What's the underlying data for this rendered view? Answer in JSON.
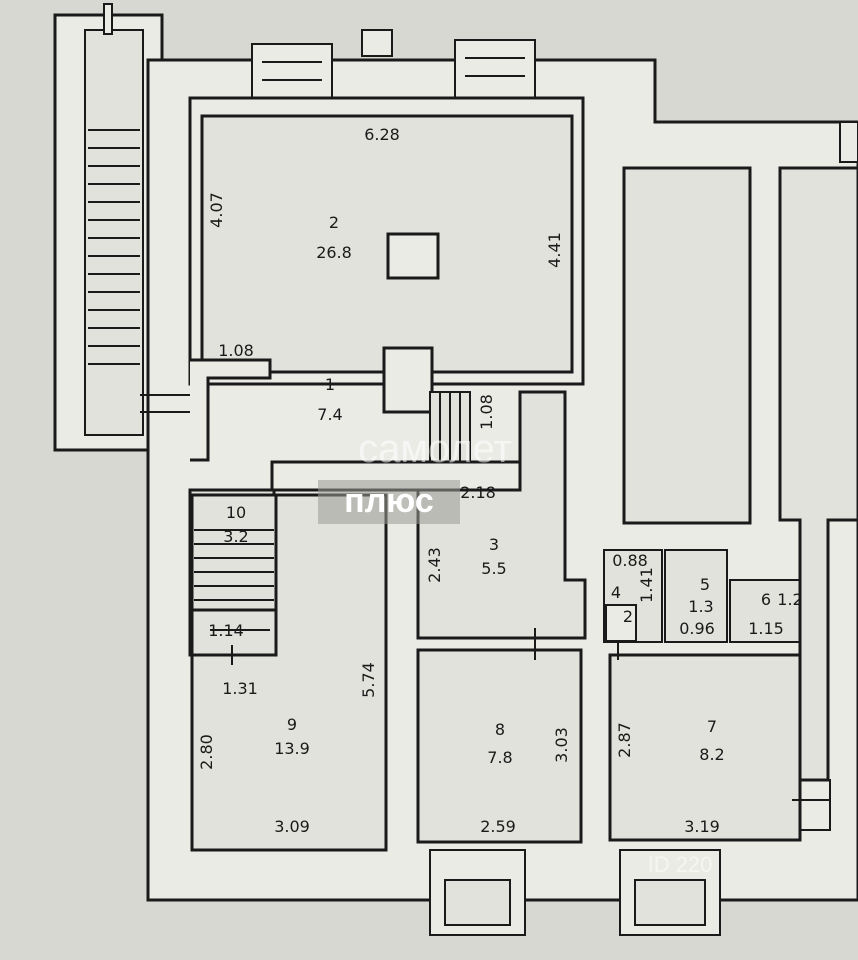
{
  "colors": {
    "background": "#d8d8d2",
    "wall_fill": "#ebebe6",
    "room_fill": "#e2e2dc",
    "line": "#1a1a1a"
  },
  "rooms": [
    {
      "number": "2",
      "area": "26.8"
    },
    {
      "number": "1",
      "area": "7.4"
    },
    {
      "number": "10",
      "area": "3.2"
    },
    {
      "number": "3",
      "area": "5.5"
    },
    {
      "number": "9",
      "area": "13.9"
    },
    {
      "number": "8",
      "area": "7.8"
    },
    {
      "number": "7",
      "area": "8.2"
    },
    {
      "number": "4",
      "area": "2"
    },
    {
      "number": "5",
      "area": "1.3"
    },
    {
      "number": "6",
      "area": "1.2"
    }
  ],
  "dimensions": [
    "6.28",
    "4.07",
    "4.41",
    "1.08",
    "1.08",
    "2.18",
    "2.43",
    "1.14",
    "1.31",
    "5.74",
    "2.80",
    "3.09",
    "3.03",
    "2.59",
    "2.87",
    "3.19",
    "0.88",
    "1.41",
    "0.96",
    "1.15"
  ],
  "watermark": {
    "line1": "самолет",
    "line2": "плюс",
    "id_text": "ID 220"
  }
}
